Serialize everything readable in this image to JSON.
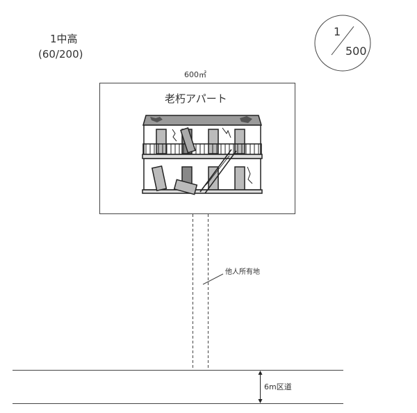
{
  "zoning": {
    "name": "1中高",
    "ratio": "(60/200)"
  },
  "scale": {
    "numerator": "1",
    "denominator": "500"
  },
  "lot": {
    "area": "600㎡",
    "building_label": "老朽アパート"
  },
  "easement": {
    "label": "他人所有地"
  },
  "road": {
    "label": "6m区道"
  }
}
